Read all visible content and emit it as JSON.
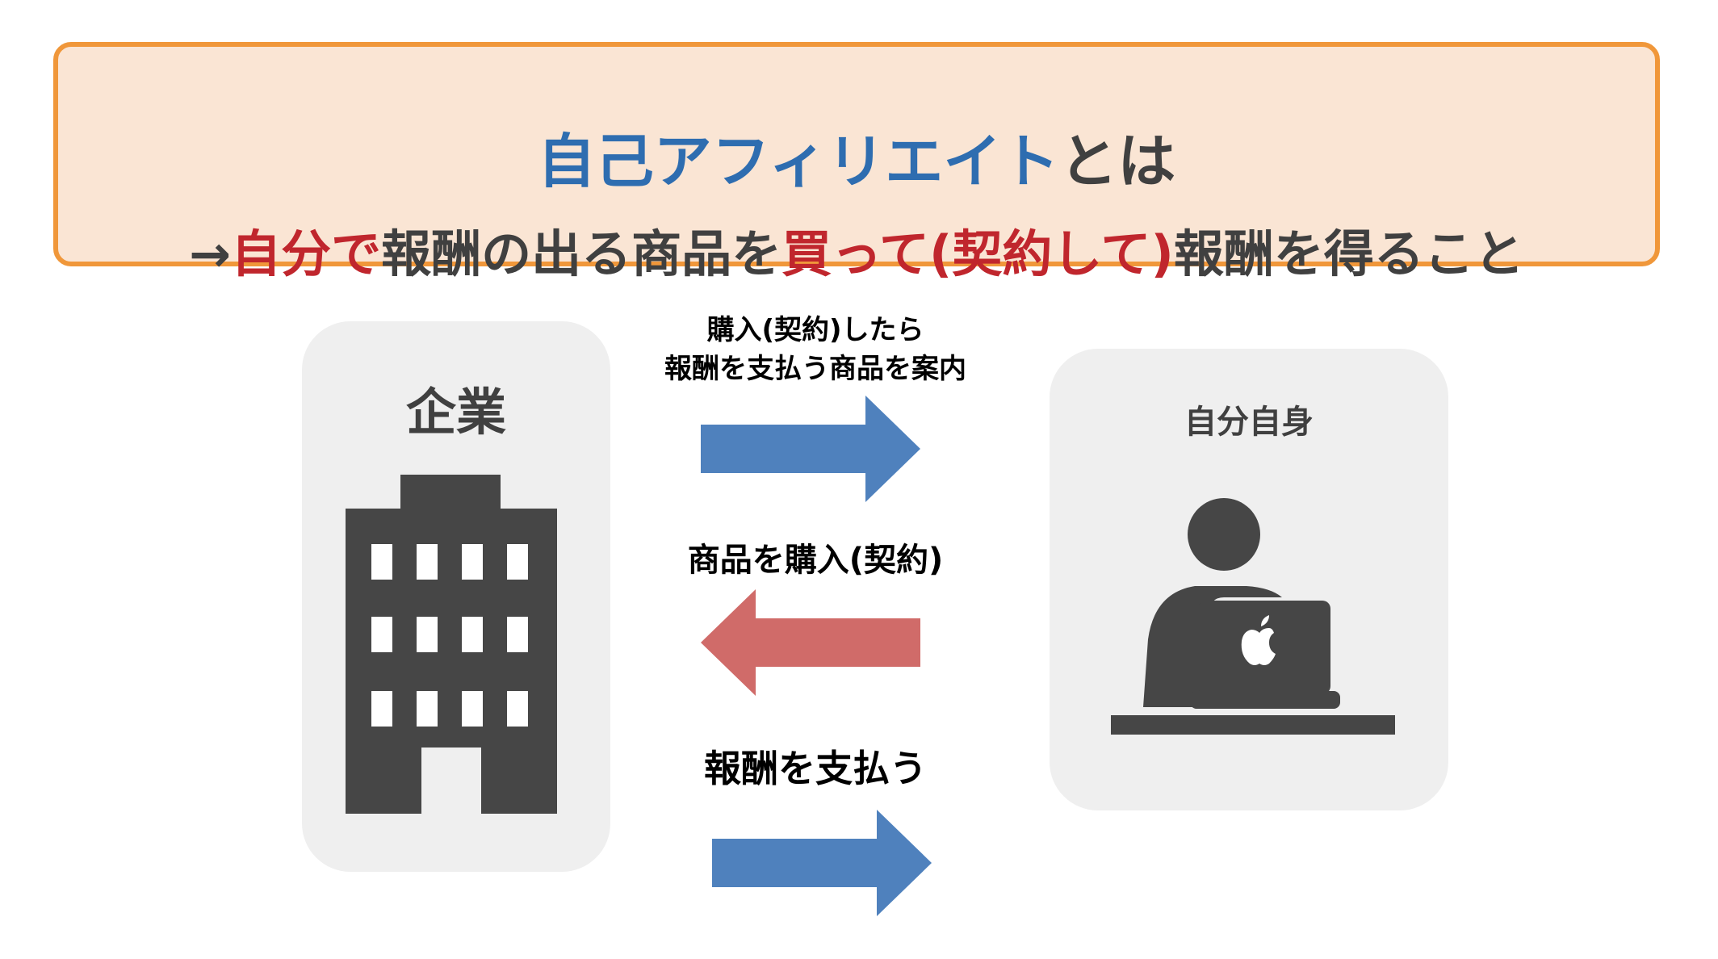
{
  "title": {
    "main_blue": "自己アフィリエイト",
    "main_rest": "とは",
    "sub_arrow": "→",
    "sub_red_1": "自分で",
    "sub_plain_1": "報酬の出る商品を",
    "sub_red_2": "買って(契約して)",
    "sub_plain_2": "報酬を得ること"
  },
  "company": {
    "label": "企業",
    "icon": "building-icon"
  },
  "self": {
    "label": "自分自身",
    "icon": "person-laptop-icon"
  },
  "flows": [
    {
      "lines": [
        "購入(契約)したら",
        "報酬を支払う商品を案内"
      ],
      "direction": "right",
      "color": "#4f81bd"
    },
    {
      "lines": [
        "商品を購入(契約)"
      ],
      "direction": "left",
      "color": "#d06b69"
    },
    {
      "lines": [
        "報酬を支払う"
      ],
      "direction": "right",
      "color": "#4f81bd"
    }
  ],
  "colors": {
    "title_border": "#f0973a",
    "title_fill": "#fae5d4",
    "title_blue": "#2e6db0",
    "title_red": "#c0262d",
    "panel_fill": "#efefef",
    "icon_gray": "#464646"
  }
}
